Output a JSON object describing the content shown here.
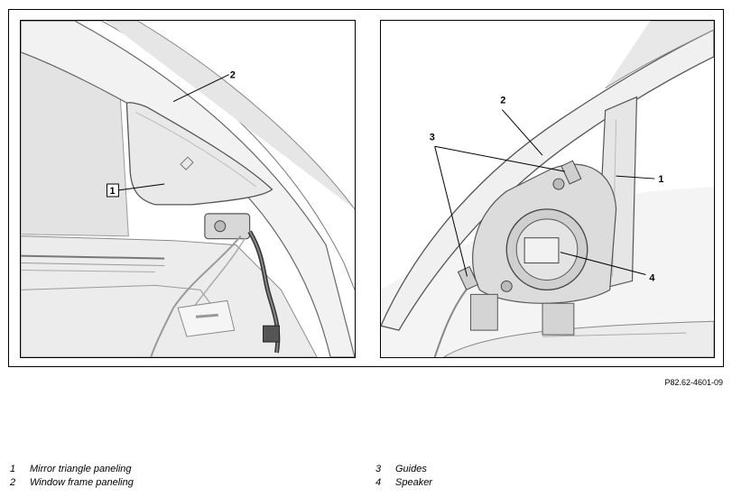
{
  "figure": {
    "callouts_left": [
      "1",
      "2"
    ],
    "callouts_right": [
      "1",
      "2",
      "3",
      "4"
    ],
    "reference_code": "P82.62-4601-09"
  },
  "legend": [
    {
      "number": "1",
      "text": "Mirror triangle paneling"
    },
    {
      "number": "2",
      "text": "Window frame paneling"
    },
    {
      "number": "3",
      "text": "Guides"
    },
    {
      "number": "4",
      "text": "Speaker"
    }
  ]
}
